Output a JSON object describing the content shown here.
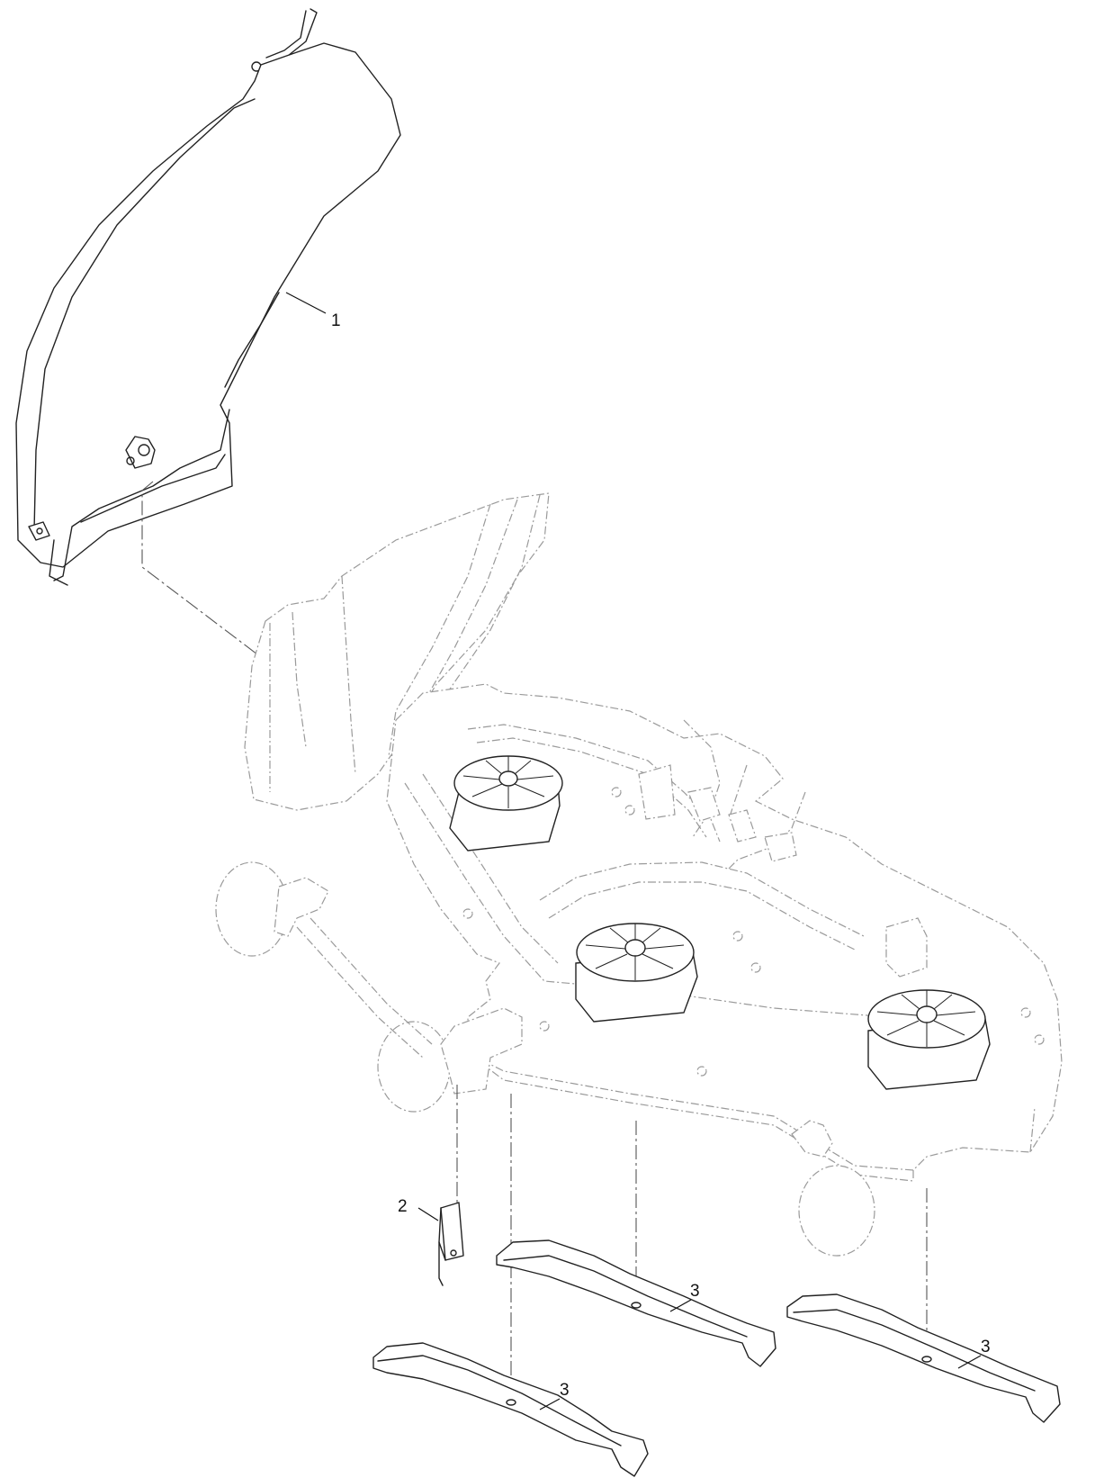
{
  "callouts": [
    {
      "id": "1",
      "text": "1"
    },
    {
      "id": "2",
      "text": "2"
    },
    {
      "id": "3a",
      "text": "3"
    },
    {
      "id": "3b",
      "text": "3"
    },
    {
      "id": "3c",
      "text": "3"
    }
  ],
  "colors": {
    "linework": "#222222",
    "ghost_linework": "#9a9a9a",
    "background": "#ffffff"
  }
}
